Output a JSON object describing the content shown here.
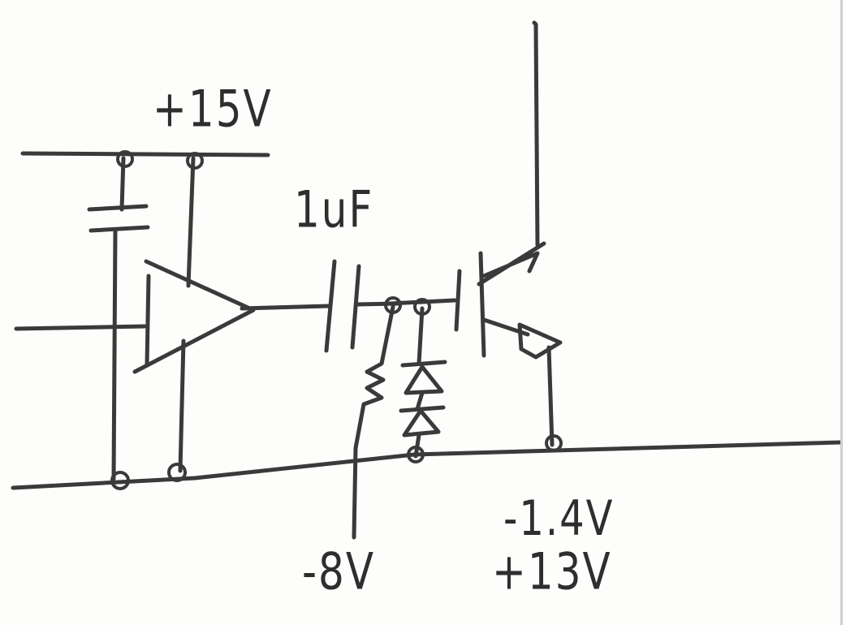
{
  "labels": {
    "supply_pos": "+15V",
    "capacitor_value": "1uF",
    "supply_neg_8": "-8V",
    "node_neg_1_4": "-1.4V",
    "node_pos_13": "+13V"
  },
  "colors": {
    "ink": "#3a3a3a",
    "paper": "#fdfdfc"
  }
}
